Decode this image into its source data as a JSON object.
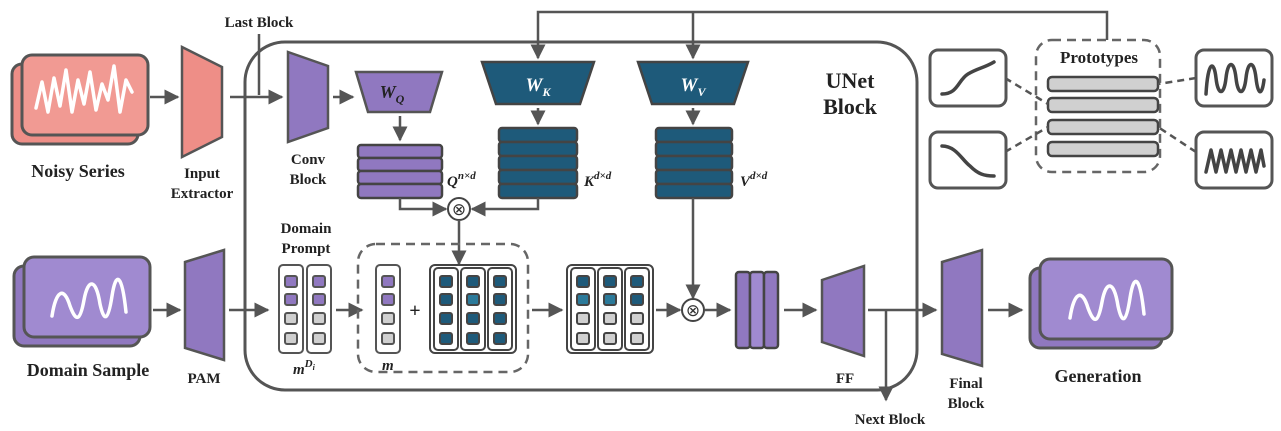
{
  "labels": {
    "noisy_series": "Noisy Series",
    "input_extractor_1": "Input",
    "input_extractor_2": "Extractor",
    "last_block": "Last Block",
    "conv_block_1": "Conv",
    "conv_block_2": "Block",
    "unet_1": "UNet",
    "unet_2": "Block",
    "prototypes": "Prototypes",
    "domain_prompt_1": "Domain",
    "domain_prompt_2": "Prompt",
    "domain_sample": "Domain Sample",
    "pam": "PAM",
    "ff": "FF",
    "next_block": "Next Block",
    "final_block_1": "Final",
    "final_block_2": "Block",
    "generation": "Generation",
    "wq_base": "W",
    "wq_sub": "Q",
    "wk_base": "W",
    "wk_sub": "K",
    "wv_base": "W",
    "wv_sub": "V",
    "q_base": "Q",
    "q_sup": "n×d",
    "k_base": "K",
    "k_sup": "d×d",
    "v_base": "V",
    "v_sup": "d×d",
    "m_base": "m",
    "m_sup": "D",
    "m_sup_sub": "i",
    "m_label": "m",
    "plus": "+",
    "otimes": "⊗"
  },
  "colors": {
    "pink": "#ee8e87",
    "pink_dark": "#f19a93",
    "purple": "#9078c0",
    "purple_light": "#a08ad0",
    "teal": "#1e5a7a",
    "teal_mid": "#2b7a9a",
    "gray": "#d0d0d0",
    "stroke": "#555555",
    "line": "#555555"
  },
  "icons": {
    "noisy_wave": "high-frequency-wave-icon",
    "domain_wave": "low-frequency-wave-icon",
    "proto_rising": "rising-curve-icon",
    "proto_falling": "falling-curve-icon",
    "proto_sine": "sine-wave-icon",
    "proto_fast": "fast-oscillation-icon"
  }
}
